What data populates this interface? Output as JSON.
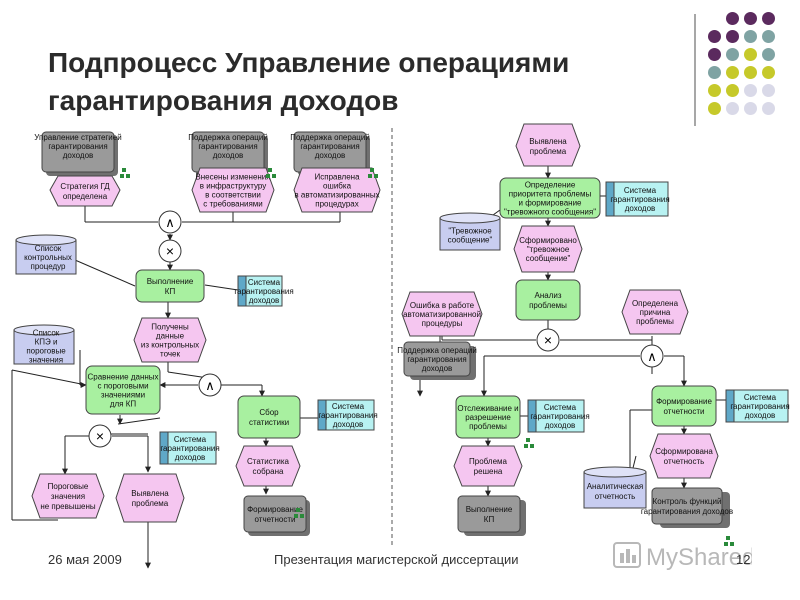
{
  "slide": {
    "title_line1": "Подпроцесс Управление операциями",
    "title_line2": "гарантирования доходов",
    "footer_date": "26 мая 2009",
    "footer_center": "Презентация магистерской диссертации",
    "page_number": "12",
    "watermark": "MyShared",
    "colors": {
      "purple": "#5b2a5e",
      "teal": "#7fa3a3",
      "olive": "#c6c92a",
      "gray": "#d9d9e8",
      "event": "#f5c6f0",
      "function": "#a8f0a0",
      "org": "#b8f2f2",
      "store": "#c8cdf0"
    }
  },
  "left": {
    "proc1": [
      "Управление стратегией",
      "гарантирования",
      "доходов"
    ],
    "proc2": [
      "Поддержка операций",
      "гарантирования",
      "доходов"
    ],
    "proc3": [
      "Поддержка операций",
      "гарантирования",
      "доходов"
    ],
    "ev_strategy": [
      "Стратегия ГД",
      "определена"
    ],
    "ev_infra": [
      "Внесены изменения",
      "в инфраструктуру",
      "в соответствии",
      "с требованиями"
    ],
    "ev_fixed": [
      "Исправлена",
      "ошибка",
      "в автоматизированных",
      "процедурах"
    ],
    "store_list": [
      "Список",
      "контрольных",
      "процедур"
    ],
    "fn_kp": [
      "Выполнение",
      "КП"
    ],
    "org_sys1": [
      "Система",
      "гарантирования",
      "доходов"
    ],
    "store_kpe": [
      "Список",
      "КПЭ и",
      "пороговые",
      "значения"
    ],
    "ev_data": [
      "Получены",
      "данные",
      "из контрольных",
      "точек"
    ],
    "fn_compare": [
      "Сравнение данных",
      "с пороговыми",
      "значениями",
      "для КП"
    ],
    "fn_stats": [
      "Сбор",
      "статистики"
    ],
    "org_sys2": [
      "Система",
      "гарантирования",
      "доходов"
    ],
    "org_sys3": [
      "Система",
      "гарантирования",
      "доходов"
    ],
    "ev_stats": [
      "Статистика",
      "собрана"
    ],
    "ev_threshold": [
      "Пороговые",
      "значения",
      "не превышены"
    ],
    "ev_problem": [
      "Выявлена",
      "проблема"
    ],
    "proc_report": [
      "Формирование",
      "отчетности"
    ]
  },
  "right": {
    "ev_problem": [
      "Выявлена",
      "проблема"
    ],
    "fn_priority": [
      "Определение",
      "приоритета проблемы",
      "и формирование",
      "\"тревожного сообщения\""
    ],
    "org_sys1": [
      "Система",
      "гарантирования",
      "доходов"
    ],
    "store_alarm": [
      "\"Тревожное",
      "сообщение\""
    ],
    "ev_alarm": [
      "Сформировано",
      "\"тревожное",
      "сообщение\""
    ],
    "fn_analysis": [
      "Анализ",
      "проблемы"
    ],
    "ev_error": [
      "Ошибка в работе",
      "автоматизированной",
      "процедуры"
    ],
    "proc_support": [
      "Поддержка операций",
      "гарантирования",
      "доходов"
    ],
    "ev_cause": [
      "Определена",
      "причина",
      "проблемы"
    ],
    "fn_resolve": [
      "Отслеживание и",
      "разрешение",
      "проблемы"
    ],
    "org_sys2": [
      "Система",
      "гарантирования",
      "доходов"
    ],
    "fn_report": [
      "Формирование",
      "отчетности"
    ],
    "org_sys3": [
      "Система",
      "гарантирования",
      "доходов"
    ],
    "ev_solved": [
      "Проблема",
      "решена"
    ],
    "proc_kp": [
      "Выполнение",
      "КП"
    ],
    "ev_report": [
      "Сформирована",
      "отчетность"
    ],
    "store_analytic": [
      "Аналитическая",
      "отчетность"
    ],
    "proc_control": [
      "Контроль функций",
      "гарантирования доходов"
    ]
  },
  "connectors": {
    "and": "∧",
    "xor": "×"
  }
}
